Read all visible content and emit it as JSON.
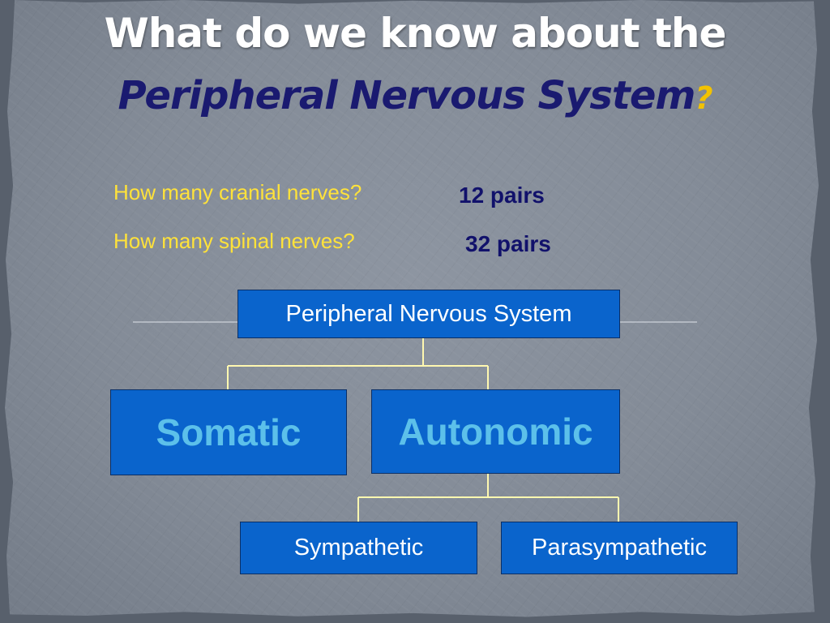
{
  "title": {
    "line1": "What do we know about the",
    "line2": "Peripheral Nervous System",
    "question_mark": "?"
  },
  "questions": [
    {
      "question": "How many cranial nerves?",
      "answer": "12 pairs"
    },
    {
      "question": "How many spinal nerves?",
      "answer": "32 pairs"
    }
  ],
  "diagram": {
    "root": "Peripheral Nervous System",
    "level1": [
      "Somatic",
      "Autonomic"
    ],
    "level2": [
      "Sympathetic",
      "Parasympathetic"
    ]
  },
  "colors": {
    "background": "#58606c",
    "title_line1": "#ffffff",
    "title_line2": "#1a1a70",
    "question_mark": "#f2c200",
    "question_text": "#ffe23a",
    "answer_text": "#11116b",
    "node_fill": "#0a64cc",
    "large_node_text": "#5cc0ea",
    "connector": "#fff8b0"
  }
}
